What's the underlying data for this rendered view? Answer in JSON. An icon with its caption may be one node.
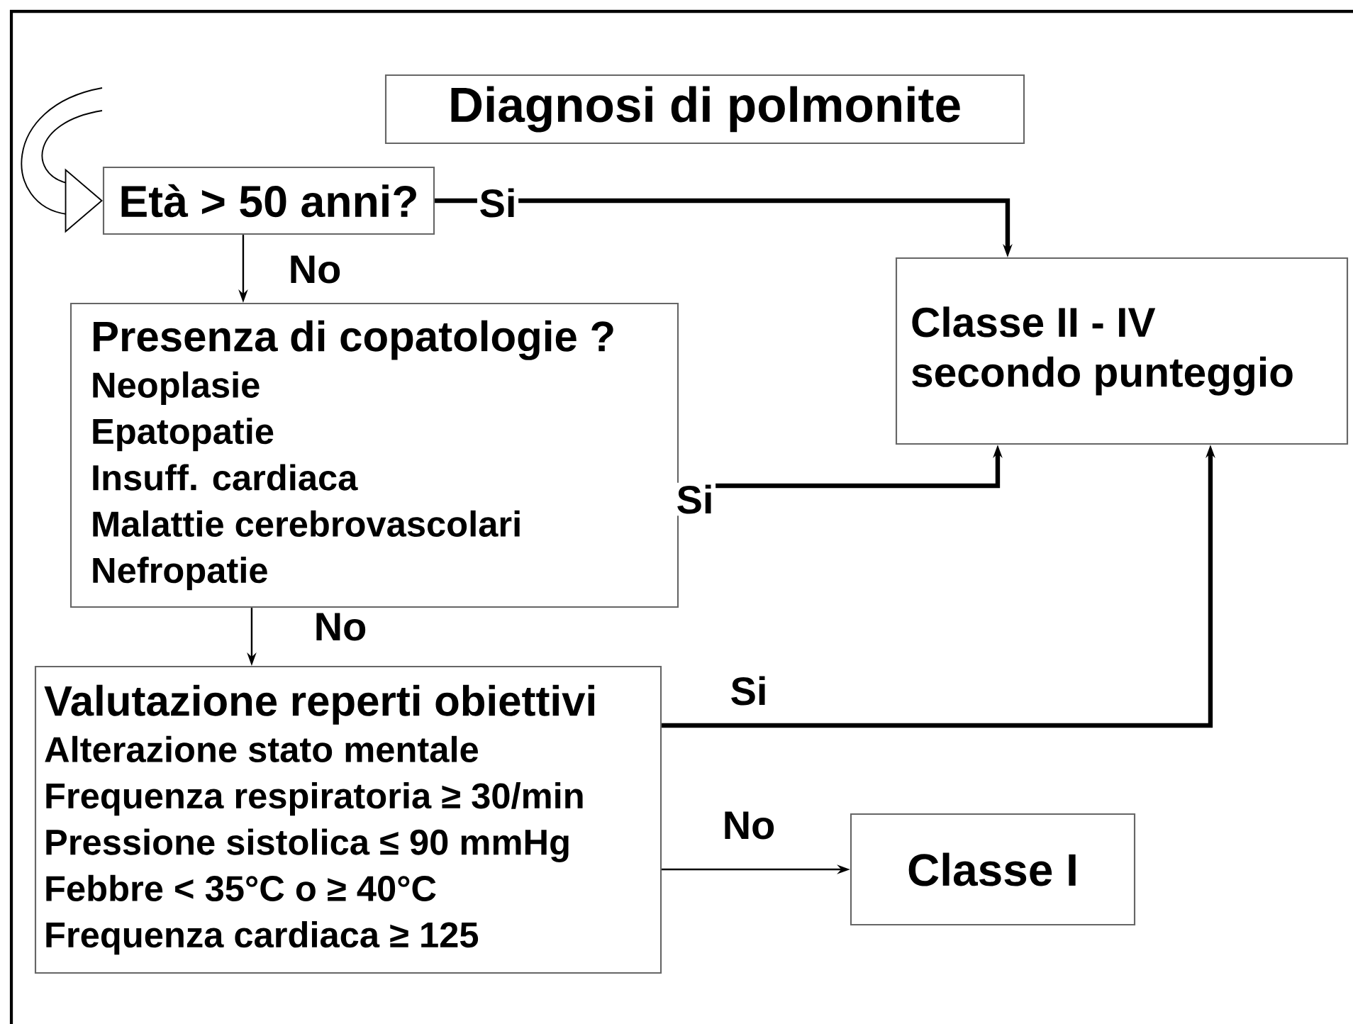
{
  "diagram": {
    "nodes": [
      {
        "text": [
          "Diagnosi di polmonite"
        ]
      },
      {
        "text": [
          "Età > 50 anni?"
        ]
      },
      {
        "text": [
          "Presenza di copatologie ?",
          "Neoplasie",
          "Epatopatie",
          "Insuff. cardiaca",
          "Malattie cerebrovascolari",
          "Nefropatie"
        ]
      },
      {
        "text": [
          "Classe II - IV secondo punteggio"
        ]
      },
      {
        "text": [
          "Valutazione reperti obiettivi",
          "Alterazione stato mentale",
          "Frequenza respiratoria ≥ 30/min",
          "Pressione sistolica ≤ 90 mmHg",
          "Febbre < 35°C o ≥ 40°C",
          "Frequenza cardiaca ≥ 125"
        ]
      },
      {
        "text": [
          "Classe I"
        ]
      }
    ],
    "edges": [
      {
        "from": 1,
        "to": 3,
        "arrow": "to",
        "label": "Si",
        "style": "thick"
      },
      {
        "from": 2,
        "to": 3,
        "arrow": "to",
        "label": "Si",
        "style": "thick"
      },
      {
        "from": 4,
        "to": 3,
        "arrow": "to",
        "label": "Si",
        "style": "thick"
      },
      {
        "from": 4,
        "to": 5,
        "arrow": "to",
        "label": "No"
      },
      {
        "from": 1,
        "to": 2,
        "arrow": "to",
        "label": "No"
      },
      {
        "from": 2,
        "to": 4,
        "arrow": "to",
        "label": "No"
      },
      {
        "from": null,
        "to": 1,
        "arrow": "to"
      }
    ]
  }
}
